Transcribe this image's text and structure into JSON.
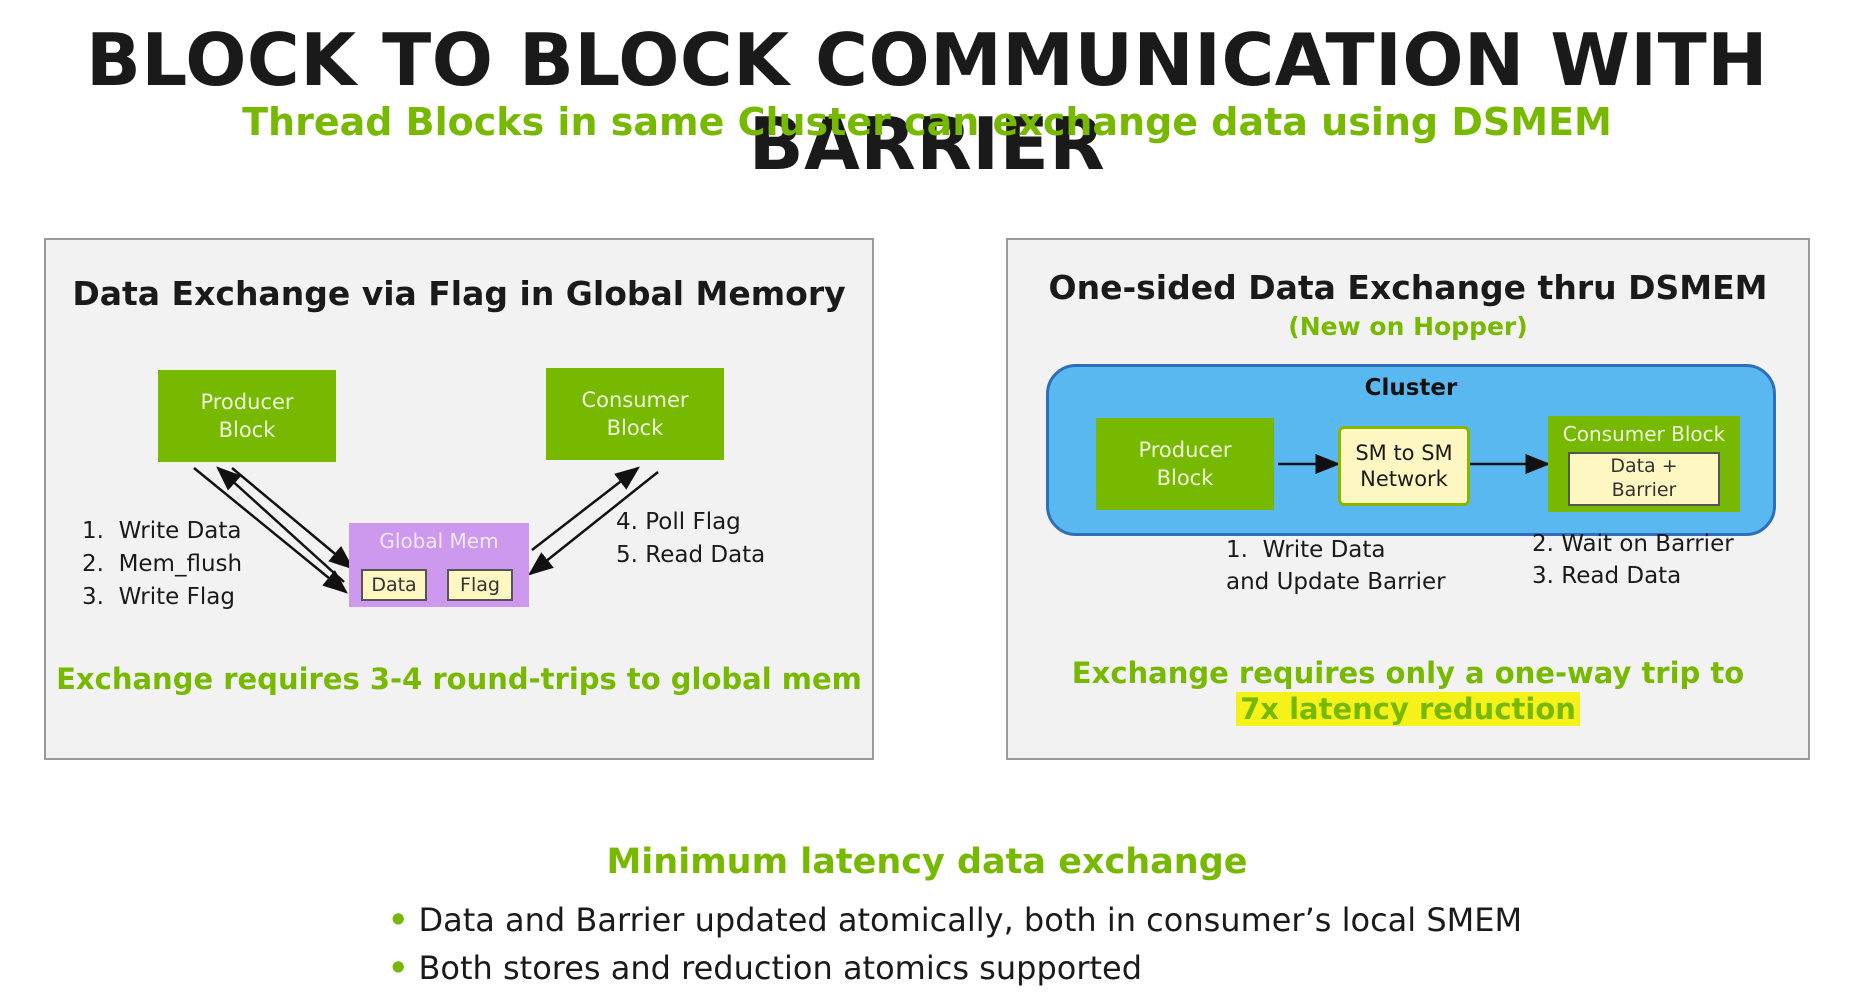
{
  "title": "BLOCK TO BLOCK COMMUNICATION WITH BARRIER",
  "subtitle": "Thread Blocks in same Cluster can exchange data using DSMEM",
  "left_panel": {
    "title": "Data Exchange via Flag in Global Memory",
    "producer_block": "Producer\nBlock",
    "consumer_block": "Consumer\nBlock",
    "global_mem": {
      "label": "Global Mem",
      "data": "Data",
      "flag": "Flag"
    },
    "producer_steps": "1.  Write Data\n2.  Mem_flush\n3.  Write Flag",
    "consumer_steps": "4. Poll Flag\n5. Read Data",
    "note": "Exchange requires 3-4 round-trips to global mem"
  },
  "right_panel": {
    "title": "One-sided Data Exchange thru DSMEM",
    "subtitle": "(New on Hopper)",
    "cluster_label": "Cluster",
    "producer_block": "Producer\nBlock",
    "network": "SM to SM\nNetwork",
    "consumer_block": {
      "label": "Consumer Block",
      "inner": "Data +\nBarrier"
    },
    "producer_steps": "1.  Write Data\nand Update Barrier",
    "consumer_steps": "2. Wait on Barrier\n3. Read Data",
    "note": "Exchange requires only a one-way trip to DSMEM",
    "highlight": "7x latency reduction"
  },
  "bottom": {
    "heading": "Minimum latency data exchange",
    "bullets": [
      "Data and Barrier updated atomically, both in consumer’s local SMEM",
      "Both stores and reduction atomics supported"
    ]
  },
  "colors": {
    "nvidia_green": "#76b900",
    "global_mem_purple": "#cc99ee",
    "cluster_blue": "#5ab8f0",
    "highlight_yellow": "#f5f21a"
  }
}
